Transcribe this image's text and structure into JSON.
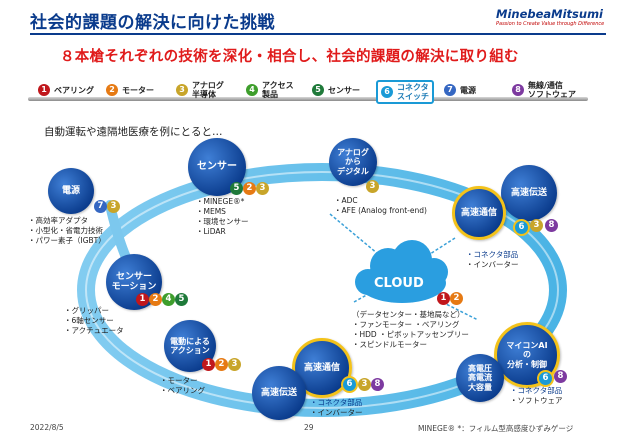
{
  "header": {
    "title": "社会的課題の解決に向けた挑戦",
    "logo": "MinebeaMitsumi",
    "tagline": "Passion to Create Value through Difference"
  },
  "subtitle": "８本槍それぞれの技術を深化・相合し、社会的課題の解決に取り組む",
  "strip": [
    {
      "num": "1",
      "label": "ベアリング",
      "color": "#c0171c"
    },
    {
      "num": "2",
      "label": "モーター",
      "color": "#e67a14"
    },
    {
      "num": "3",
      "label": "アナログ\n半導体",
      "color": "#c8a52a"
    },
    {
      "num": "4",
      "label": "アクセス\n製品",
      "color": "#3e9e2c"
    },
    {
      "num": "5",
      "label": "センサー",
      "color": "#1f7a3a"
    },
    {
      "num": "6",
      "label": "コネクタ\nスイッチ",
      "color": "#1a9ad6"
    },
    {
      "num": "7",
      "label": "電源",
      "color": "#3567c2"
    },
    {
      "num": "8",
      "label": "無線/通信\nソフトウェア",
      "color": "#7d3aa0"
    }
  ],
  "caption": "自動運転や遠隔地医療を例にとると…",
  "nodes": {
    "power": {
      "title": "電源",
      "items": [
        "・高効率アダプタ",
        "・小型化・省電力技術",
        "・パワー素子（IGBT）"
      ]
    },
    "sensor": {
      "title": "センサー",
      "items": [
        "・MINEGE®*",
        "・MEMS",
        "・環境センサー",
        "・LiDAR"
      ]
    },
    "analog": {
      "title": "アナログ\nから\nデジタル",
      "items": [
        "・ADC",
        "・AFE (Analog front-end)"
      ]
    },
    "comm_top": {
      "title_outer": "高速伝送",
      "title_inner": "高速通信",
      "items": [
        "・コネクタ部品",
        "・インバーター"
      ]
    },
    "sensor_motion": {
      "title": "センサー\nモーション",
      "items": [
        "・グリッパー",
        "・6軸センサー",
        "・アクチュエータ"
      ]
    },
    "actuation": {
      "title": "電動による\nアクション",
      "items": [
        "・モーター",
        "・ベアリング"
      ]
    },
    "comm_bottom": {
      "title_outer": "高速伝送",
      "title_inner": "高速通信",
      "items": [
        "・コネクタ部品",
        "・インバーター"
      ]
    },
    "cloud": {
      "title": "CLOUD",
      "items": [
        "（データセンター・基地局など）",
        "・ファンモーター ・ベアリング",
        "・HDD ・ピボットアッセンブリー",
        "・スピンドルモーター"
      ]
    },
    "ai": {
      "title": "マイコンAI\nの\n分析・制御",
      "items": [
        "・コネクタ部品",
        "・ソフトウェア"
      ]
    },
    "big": {
      "title": "高電圧\n高電流\n大容量"
    }
  },
  "footer": {
    "date": "2022/8/5",
    "page": "29",
    "note": "MINEGE® *：フィルム型高感度ひずみゲージ"
  }
}
